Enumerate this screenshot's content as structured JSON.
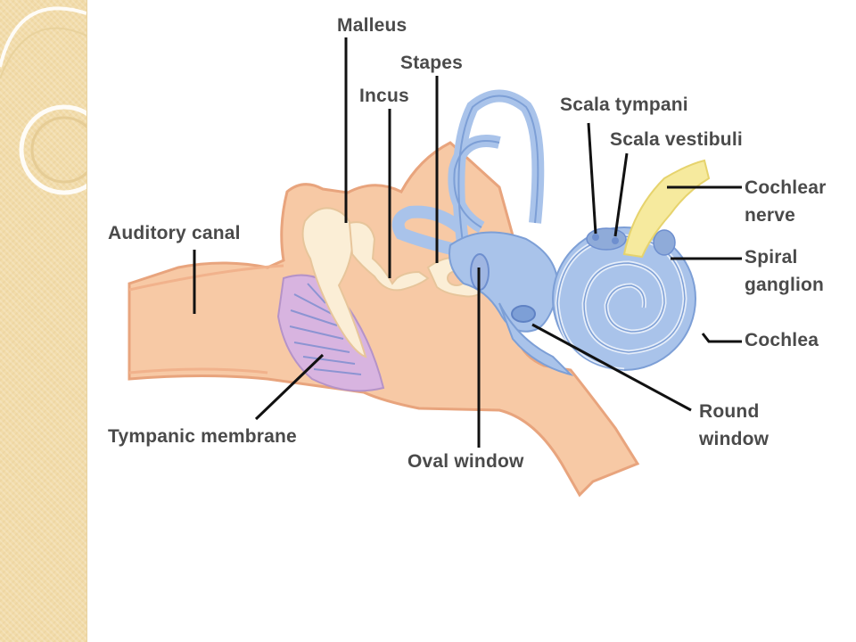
{
  "labels": {
    "malleus": "Malleus",
    "stapes": "Stapes",
    "incus": "Incus",
    "scala_tympani": "Scala tympani",
    "scala_vestibuli": "Scala vestibuli",
    "cochlear_nerve_line1": "Cochlear",
    "cochlear_nerve_line2": "nerve",
    "auditory_canal": "Auditory canal",
    "spiral_ganglion_line1": "Spiral",
    "spiral_ganglion_line2": "ganglion",
    "cochlea": "Cochlea",
    "round_window_line1": "Round",
    "round_window_line2": "window",
    "tympanic_membrane": "Tympanic membrane",
    "oval_window": "Oval window"
  },
  "colors": {
    "side_strip": "#f2dcaa",
    "tissue": "#f7c9a5",
    "tissue_outline": "#e8a47d",
    "bone": "#fbeed6",
    "cochlea": "#a9c3ea",
    "cochlea_outline": "#7d9fd6",
    "membrane": "#c9a6d8",
    "nerve": "#f6ea9e",
    "leader_line": "#111111",
    "label_text": "#4a4a4a"
  }
}
